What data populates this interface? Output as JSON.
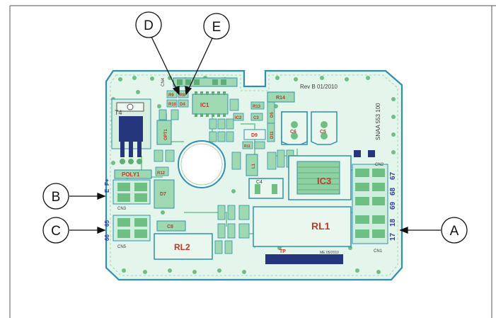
{
  "callouts": {
    "a": "A",
    "b": "B",
    "c": "C",
    "d": "D",
    "e": "E"
  },
  "board": {
    "revision": "Rev B 01/2010",
    "part_number": "SNAA 553 100",
    "connectors": {
      "cn1": "CN1",
      "cn2": "CN2",
      "cn3": "CN3",
      "cn4": "CN4",
      "cn5": "CN5"
    },
    "pins": {
      "p67": "67",
      "p68": "68",
      "p69": "69",
      "p17": "17",
      "p18": "18",
      "p65": "65",
      "p66": "66",
      "pE": "E",
      "pFplus": "F+"
    },
    "components": {
      "t4": "T4",
      "ic1": "IC1",
      "ic2": "IC2",
      "ic3": "IC3",
      "rl1": "RL1",
      "rl2": "RL2",
      "poly1": "POLY1",
      "c4": "C4",
      "c5": "C5",
      "c6": "C6",
      "c3": "C3",
      "c8": "C8",
      "d4": "D4",
      "d5": "D5",
      "d7": "D7",
      "d9": "D9",
      "d11": "D11",
      "l1": "L1",
      "opt1": "OPT1",
      "r14": "R14",
      "r13": "R13",
      "r9": "R9",
      "r8": "R8",
      "r12": "R12",
      "r10": "R10",
      "r11": "R11",
      "tp": "TP",
      "fine_print": "ME 05/2010"
    }
  },
  "colors": {
    "board": "#e4f5ec",
    "pad": "#7cc58f",
    "outline": "#2f8fae",
    "silk_red": "#c0392b",
    "silk_blue": "#2d3ea0"
  }
}
